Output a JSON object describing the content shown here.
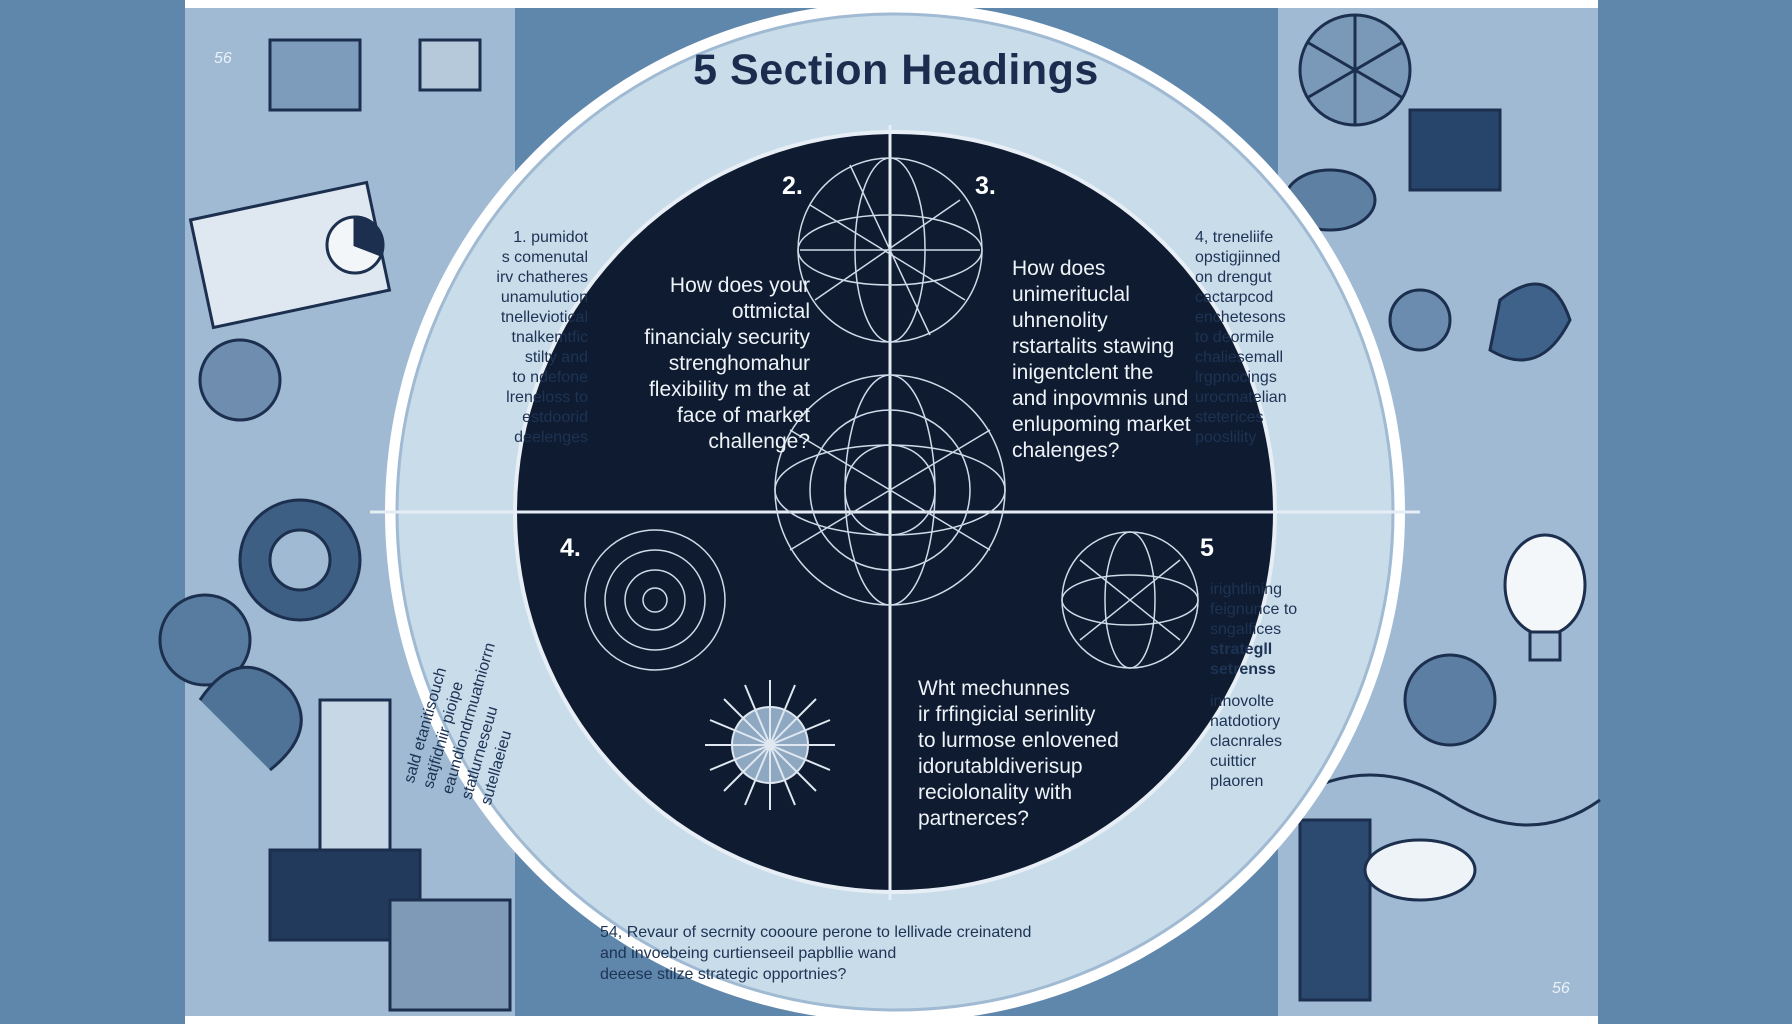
{
  "title": "5 Section Headings",
  "corner_labels": {
    "top_left": "56",
    "bottom_right": "56"
  },
  "quadrants": {
    "q2": {
      "number": "2.",
      "text": "How does your\nottmictal\nfinancialy security\nstrenghomahur\nflexibility m the at\nface of market\nchallenge?"
    },
    "q3": {
      "number": "3.",
      "text": "How does\nunimerituclal\nuhnenolity\nrstartalits stawing\ninigentclent the\nand inpovmnis und\nenlupoming market\nchalenges?"
    },
    "q4": {
      "number": "4."
    },
    "q5": {
      "number": "5",
      "text": "Wht mechunnes\nir frfingicial serinlity\nto lurmose enlovened\nidorutabldiverisup\nreciolonality with\npartnerces?"
    }
  },
  "left_note": "1. pumidot\ns comenutal\nirv chatheres\nunamulution\ntnelleviotical\ntnalkemtfic\nstilty and\nto ndefone\nlreneloss to\nestdoorid\ndeelenges",
  "left_rotated_note": "sald etanitisouch\nsatjfidniir pioipe\neaundiondrmuatniorrn\nstatlurneseuu\nsutellaeieu",
  "right_note": {
    "top": "4, treneliife\nopstigjinned\non drengut\ncactarpcod\nenchetesons\nto deormile\nchaliesemall\nlrgpnocings\nurocmatelian\nsteterices\npooslility",
    "bottom_a": "irightlining\nfeignunce to\nsngalfices",
    "bottom_strong": "strategll\nsetrenss",
    "bottom_b": "innovolte\nnatdotiory\nclacnrales\ncuitticr\nplaoren"
  },
  "bottom_note": "54, Revaur of secrnity coooure perone to lellivade creinatend\nand invoebeing curtienseeil papbllie wand\ndeeese stilze strategic opportnies?",
  "colors": {
    "background": "#5f86ab",
    "ring": "#c9dcea",
    "disc": "#0f1b30",
    "title": "#1b2d4e"
  }
}
